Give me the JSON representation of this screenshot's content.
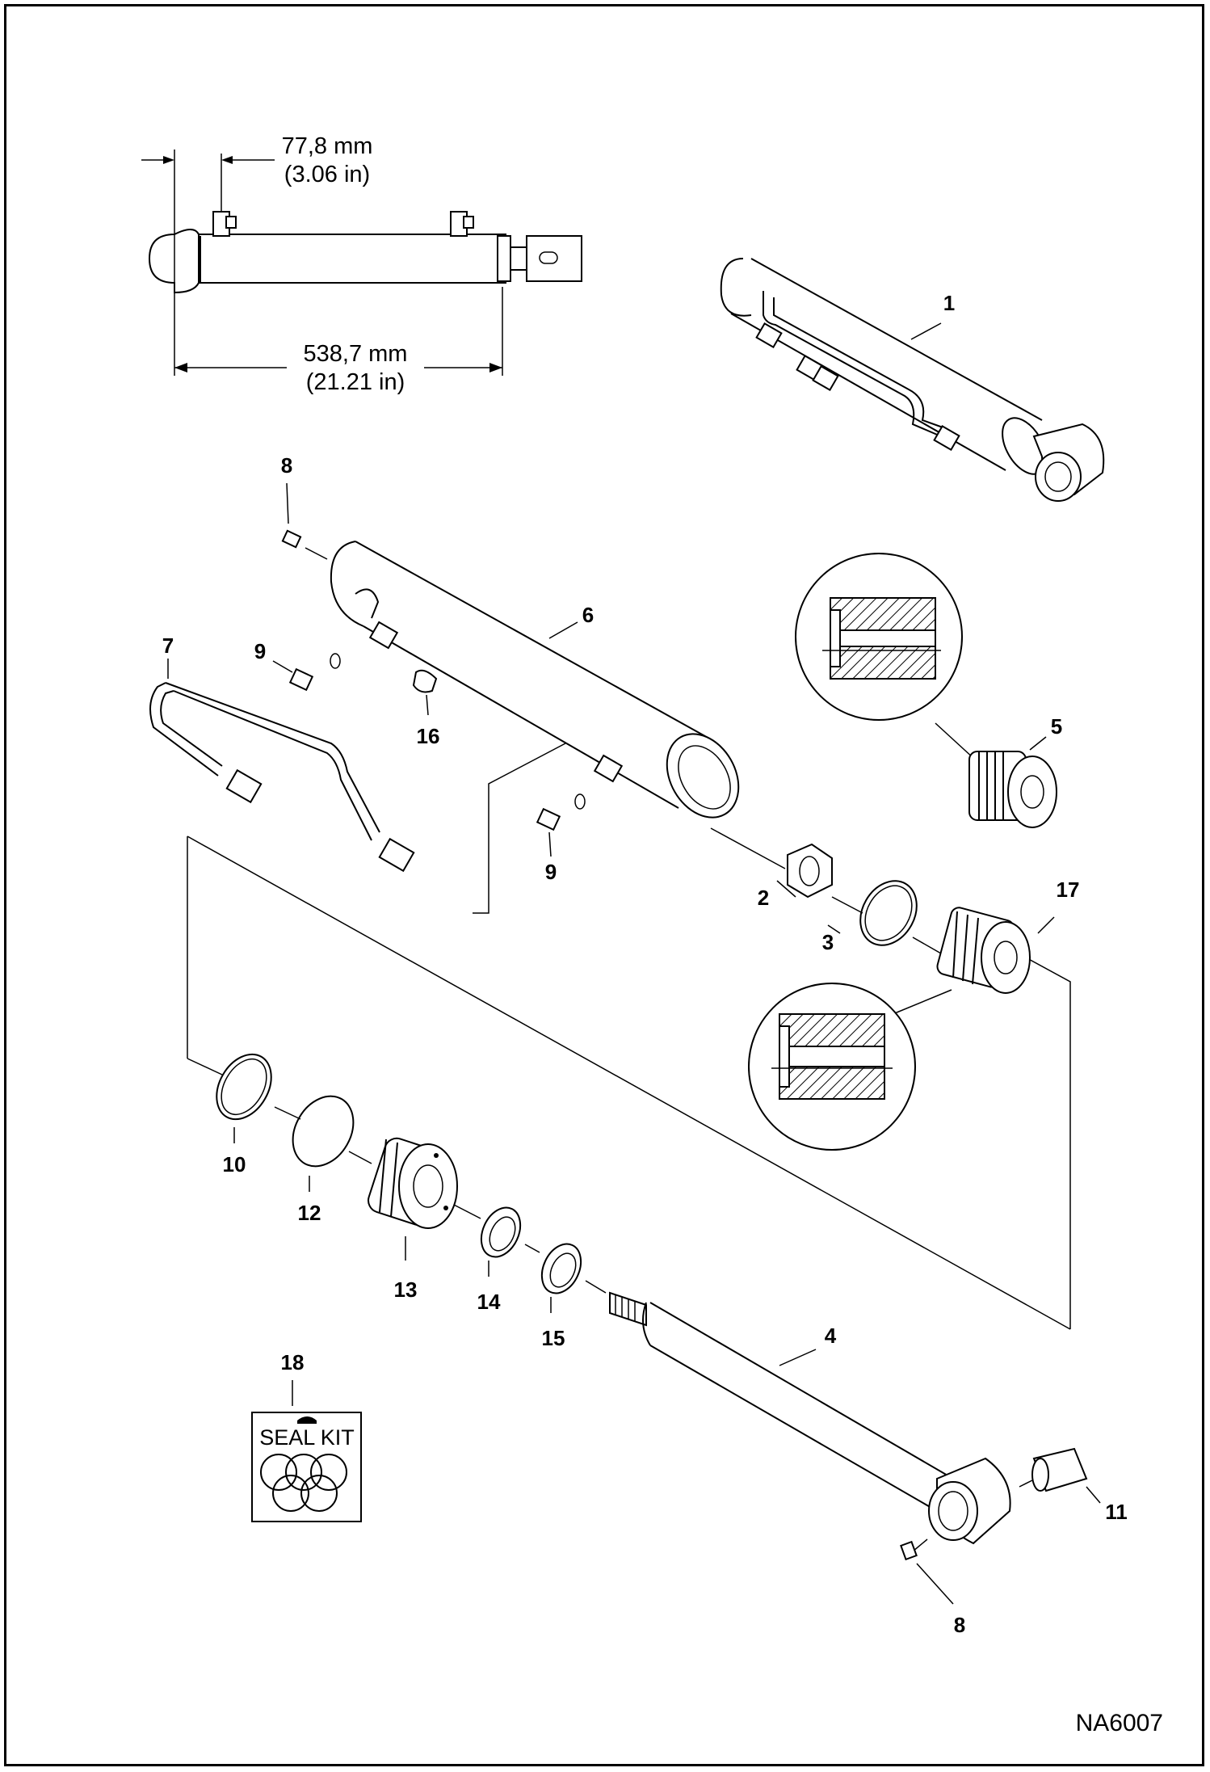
{
  "dimensions": {
    "port_offset_mm": "77,8 mm",
    "port_offset_in": "(3.06 in)",
    "overall_length_mm": "538,7 mm",
    "overall_length_in": "(21.21 in)"
  },
  "callouts": {
    "c1": "1",
    "c2": "2",
    "c3": "3",
    "c4": "4",
    "c5": "5",
    "c6": "6",
    "c7": "7",
    "c8a": "8",
    "c8b": "8",
    "c9a": "9",
    "c9b": "9",
    "c10": "10",
    "c11": "11",
    "c12": "12",
    "c13": "13",
    "c14": "14",
    "c15": "15",
    "c16": "16",
    "c17": "17",
    "c18": "18"
  },
  "seal_kit_label": "SEAL KIT",
  "figure_id": "NA6007",
  "colors": {
    "line": "#000000",
    "background": "#ffffff"
  }
}
